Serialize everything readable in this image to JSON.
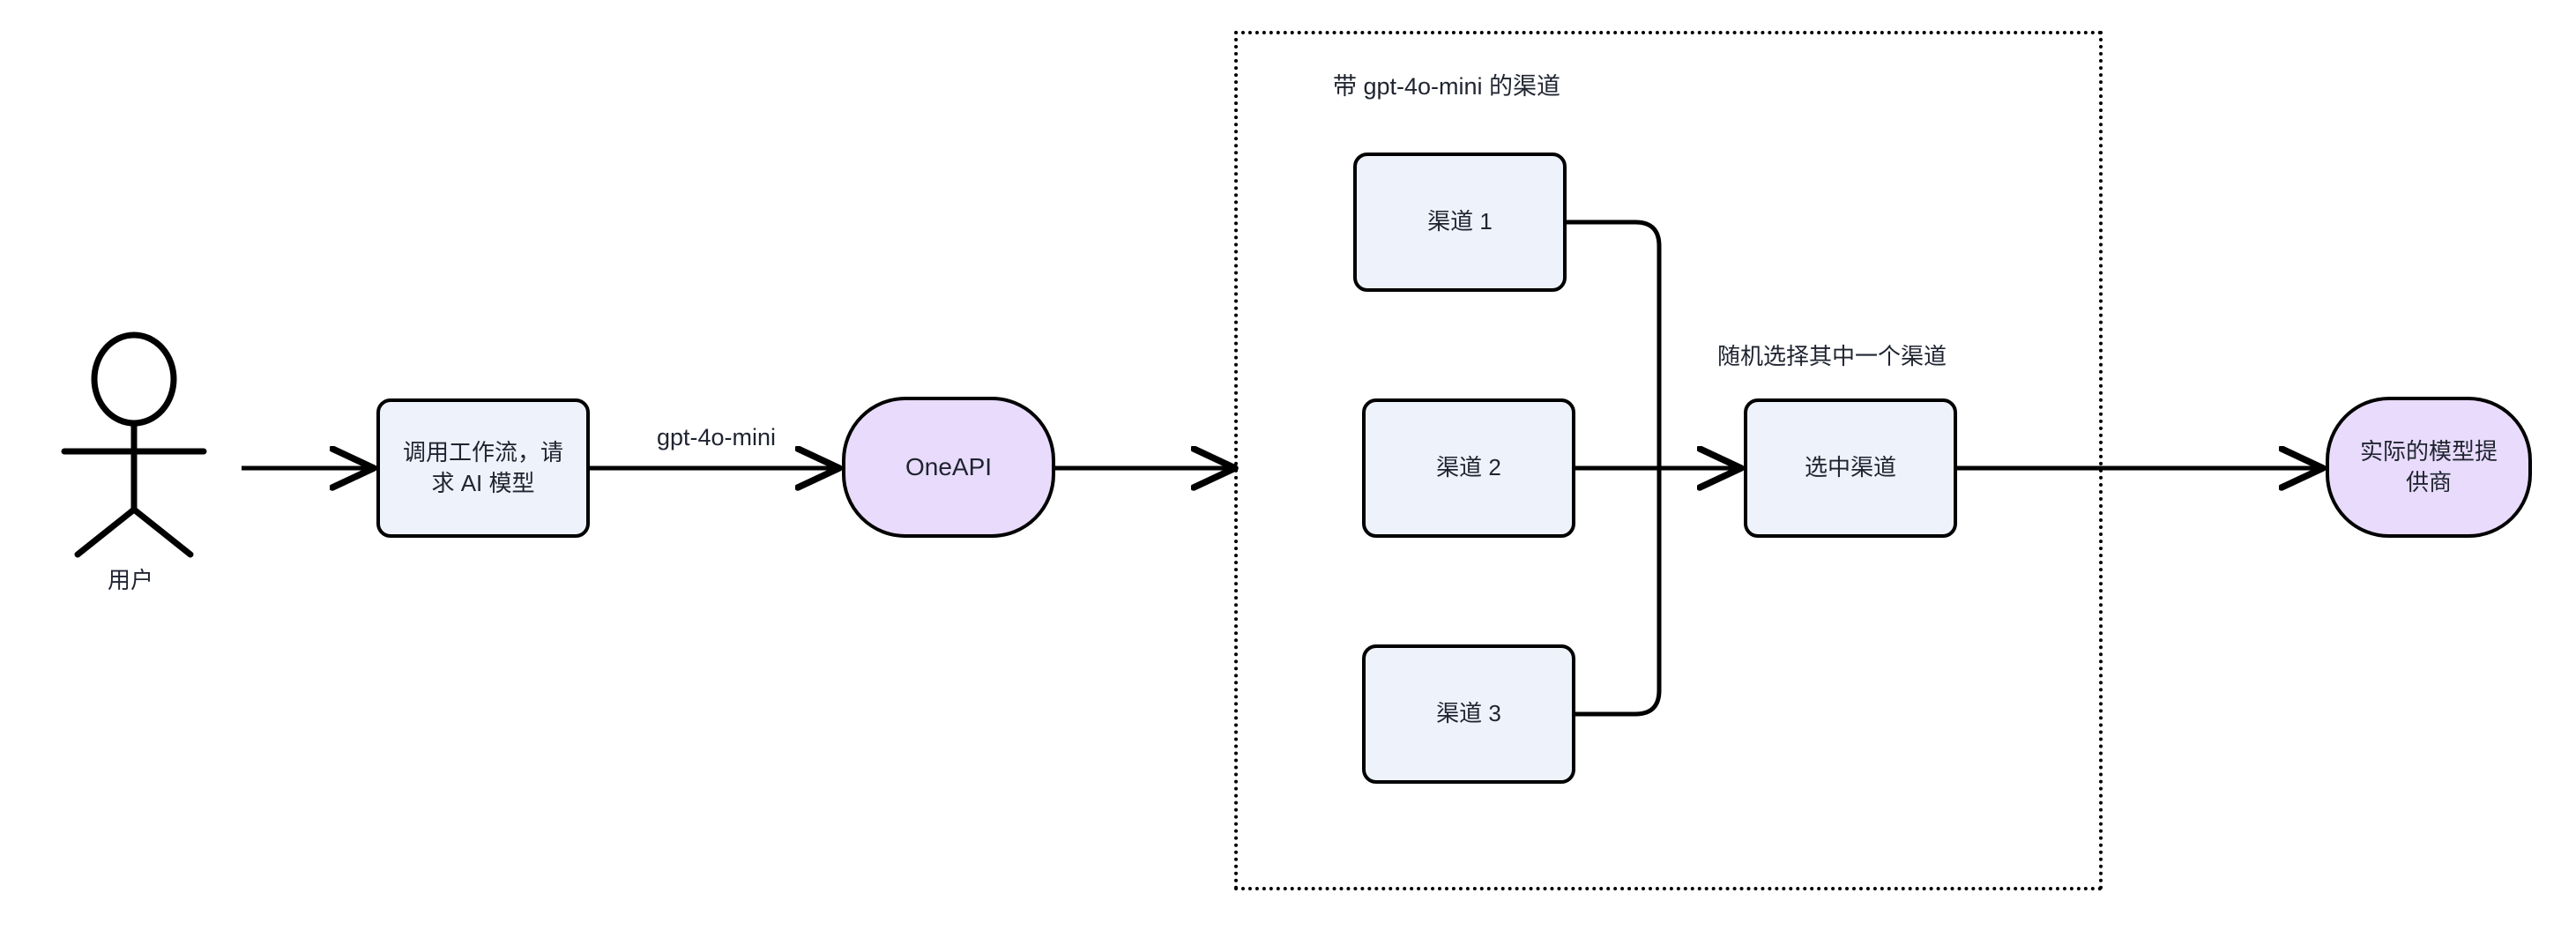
{
  "diagram": {
    "title_text_present": false,
    "colors": {
      "node_blue_fill": "#eef2fb",
      "node_purple_fill": "#e8dbfb",
      "stroke": "#000000",
      "text": "#1f2430",
      "background": "#ffffff"
    },
    "actor": {
      "name": "stick-figure-actor",
      "label": "用户"
    },
    "nodes": {
      "workflow": {
        "label_line1": "调用工作流，请",
        "label_line2": "求 AI 模型",
        "shape": "rounded-rect",
        "fill": "blue"
      },
      "oneapi": {
        "label": "OneAPI",
        "shape": "stadium",
        "fill": "purple"
      },
      "channel1": {
        "label": "渠道 1",
        "shape": "rounded-rect",
        "fill": "blue"
      },
      "channel2": {
        "label": "渠道 2",
        "shape": "rounded-rect",
        "fill": "blue"
      },
      "channel3": {
        "label": "渠道 3",
        "shape": "rounded-rect",
        "fill": "blue"
      },
      "selected_channel": {
        "label": "选中渠道",
        "shape": "rounded-rect",
        "fill": "blue"
      },
      "provider": {
        "label_line1": "实际的模型提",
        "label_line2": "供商",
        "shape": "stadium",
        "fill": "purple"
      }
    },
    "group": {
      "label": "带 gpt-4o-mini 的渠道",
      "border_style": "dotted"
    },
    "edge_labels": {
      "model_name": "gpt-4o-mini",
      "random_pick": "随机选择其中一个渠道"
    }
  }
}
